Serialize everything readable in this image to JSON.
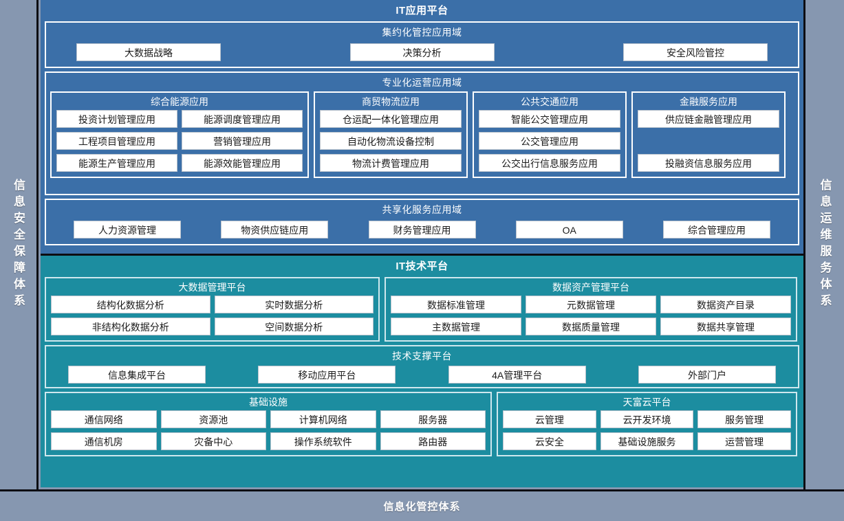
{
  "rails": {
    "left_label": "信息安全保障体系",
    "right_label": "信息运维服务体系"
  },
  "footer": {
    "label": "信息化管控体系"
  },
  "colors": {
    "application_blue": "#3b6fa8",
    "technology_teal": "#1c8da0",
    "rail_gray": "#8697b0",
    "chip_white": "#ffffff",
    "border_black": "#0d0d12"
  },
  "application_platform": {
    "title": "IT应用平台",
    "domains": [
      {
        "title": "集约化管控应用域",
        "items": [
          "大数据战略",
          "决策分析",
          "安全风险管控"
        ]
      },
      {
        "title": "专业化运营应用域",
        "subgroups": [
          {
            "title": "综合能源应用",
            "columns": 2,
            "items": [
              "投资计划管理应用",
              "能源调度管理应用",
              "工程项目管理应用",
              "营销管理应用",
              "能源生产管理应用",
              "能源效能管理应用"
            ]
          },
          {
            "title": "商贸物流应用",
            "columns": 1,
            "items": [
              "仓运配一体化管理应用",
              "自动化物流设备控制",
              "物流计费管理应用"
            ]
          },
          {
            "title": "公共交通应用",
            "columns": 1,
            "items": [
              "智能公交管理应用",
              "公交管理应用",
              "公交出行信息服务应用"
            ]
          },
          {
            "title": "金融服务应用",
            "columns": 1,
            "items": [
              "供应链金融管理应用",
              "",
              "投融资信息服务应用"
            ]
          }
        ]
      },
      {
        "title": "共享化服务应用域",
        "items": [
          "人力资源管理",
          "物资供应链应用",
          "财务管理应用",
          "OA",
          "综合管理应用"
        ]
      }
    ]
  },
  "technology_platform": {
    "title": "IT技术平台",
    "rows": [
      {
        "subgroups": [
          {
            "title": "大数据管理平台",
            "columns": 2,
            "items": [
              "结构化数据分析",
              "实时数据分析",
              "非结构化数据分析",
              "空间数据分析"
            ]
          },
          {
            "title": "数据资产管理平台",
            "columns": 3,
            "items": [
              "数据标准管理",
              "元数据管理",
              "数据资产目录",
              "主数据管理",
              "数据质量管理",
              "数据共享管理"
            ]
          }
        ]
      },
      {
        "domain": {
          "title": "技术支撑平台",
          "items": [
            "信息集成平台",
            "移动应用平台",
            "4A管理平台",
            "外部门户"
          ]
        }
      },
      {
        "subgroups": [
          {
            "title": "基础设施",
            "columns": 4,
            "items": [
              "通信网络",
              "资源池",
              "计算机网络",
              "服务器",
              "通信机房",
              "灾备中心",
              "操作系统软件",
              "路由器"
            ]
          },
          {
            "title": "天富云平台",
            "columns": 3,
            "items": [
              "云管理",
              "云开发环境",
              "服务管理",
              "云安全",
              "基础设施服务",
              "运营管理"
            ]
          }
        ]
      }
    ]
  }
}
